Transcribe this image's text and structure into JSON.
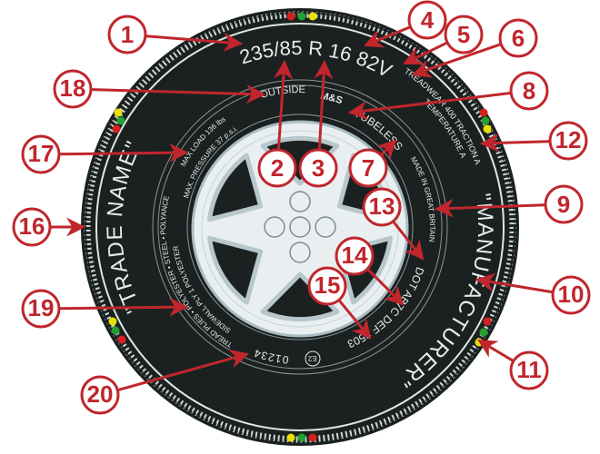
{
  "title": "Tire sidewall markings diagram",
  "colors": {
    "accent": "#c0262c",
    "tire": "#1b2121",
    "dot_red": "#d42020",
    "dot_green": "#22a030",
    "dot_yellow": "#e8e000"
  },
  "tire_text": {
    "size": "235/85 R 16  82V",
    "outside": "OUTSIDE",
    "ms": "M&S",
    "tubeless": "TUBELESS",
    "treadwear": "TREADWEAR 400 TRACTION A",
    "temperature": "TEMPERATURE A",
    "made_in": "MADE IN GREAT BRITAIN",
    "dot": "DOT AB7C DEF 2503",
    "serial": "01234",
    "e_mark": "E2",
    "plies_outer": "TREAD PLIES • POLYESTER • STEEL • POLYANCE",
    "plies_inner": "SIDEWALL PLY 1 POLYESTER",
    "max_load": "MAX LOAD 136 lbs",
    "max_pressure": "MAX. PRESSURE 37 p.s.i.",
    "trade_name": "\"TRADE NAME\"",
    "manufacturer": "\"MANUFACTURER\""
  },
  "callouts": [
    "1",
    "2",
    "3",
    "4",
    "5",
    "6",
    "7",
    "8",
    "9",
    "10",
    "11",
    "12",
    "13",
    "14",
    "15",
    "16",
    "17",
    "18",
    "19",
    "20"
  ]
}
